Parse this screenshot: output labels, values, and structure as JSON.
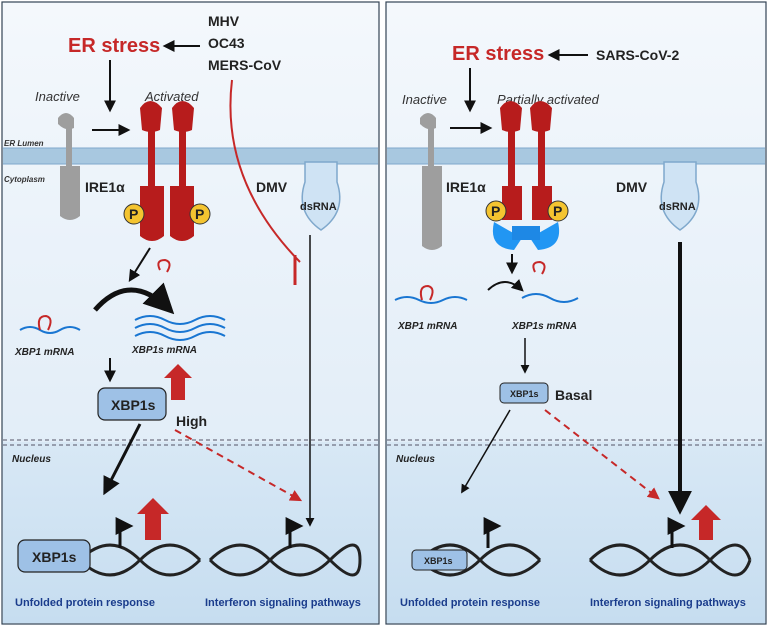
{
  "left_panel": {
    "er_stress": "ER stress",
    "viruses": [
      "MHV",
      "OC43",
      "MERS-CoV"
    ],
    "inactive": "Inactive",
    "activated": "Activated",
    "er_lumen": "ER Lumen",
    "cytoplasm": "Cytoplasm",
    "ire1": "IRE1α",
    "phospho": "P",
    "dmv": "DMV",
    "dsrna": "dsRNA",
    "xbp1_mrna": "XBP1 mRNA",
    "xbp1s_mrna": "XBP1s mRNA",
    "xbp1s_box": "XBP1s",
    "level": "High",
    "nucleus": "Nucleus",
    "xbp1s_gene": "XBP1s",
    "upr": "Unfolded protein response",
    "ifn": "Interferon signaling pathways"
  },
  "right_panel": {
    "er_stress": "ER stress",
    "virus": "SARS-CoV-2",
    "inactive": "Inactive",
    "activated": "Partially activated",
    "ire1": "IRE1α",
    "phospho": "P",
    "dmv": "DMV",
    "dsrna": "dsRNA",
    "xbp1_mrna": "XBP1 mRNA",
    "xbp1s_mrna": "XBP1s mRNA",
    "xbp1s_box": "XBP1s",
    "level": "Basal",
    "nucleus": "Nucleus",
    "xbp1s_gene": "XBP1s",
    "upr": "Unfolded protein response",
    "ifn": "Interferon signaling pathways"
  },
  "colors": {
    "er_stress": "#c62828",
    "ire1_active": "#b71c1c",
    "ire1_inactive": "#9e9e9e",
    "phospho": "#f4c430",
    "inhibitor": "#2196f3",
    "membrane": "#a8c8e0",
    "box": "#9ec1e6",
    "bottom_text": "#1a3c8c"
  }
}
